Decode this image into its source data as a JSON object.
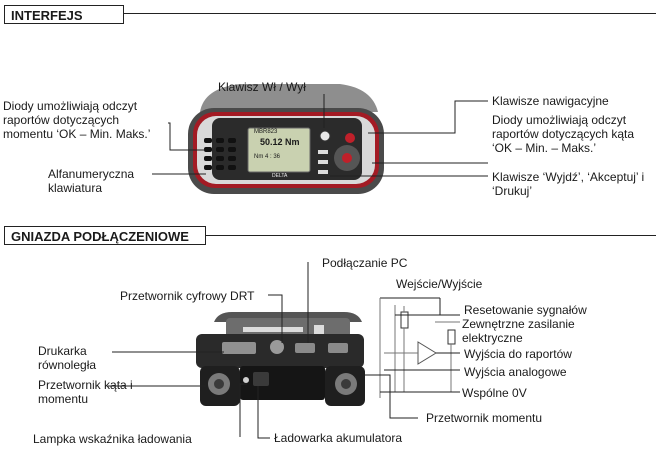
{
  "sections": {
    "interface_title": "INTERFEJS",
    "sockets_title": "GNIAZDA PODŁĄCZENIOWE"
  },
  "interface": {
    "power_key": "Klawisz Wł / Wył",
    "diodes_left": "Diody umożliwiają odczyt raportów dotyczących momentu ‘OK – Min. Maks.’",
    "alphanumeric_keyboard": "Alfanumeryczna klawiatura",
    "navigation_keys": "Klawisze nawigacyjne",
    "diodes_right": "Diody umożliwiają odczyt raportów dotyczących kąta ‘OK – Min. – Maks.’",
    "exit_accept_print_keys": "Klawisze ‘Wyjdź’, ‘Akceptuj’ i ‘Drukuj’"
  },
  "display": {
    "line1": "MBR823",
    "line2": "50.12 Nm",
    "line3": "Nm 4 : 36",
    "brand": "DELTA"
  },
  "sockets": {
    "pc_connection": "Podłączanie PC",
    "drt_converter": "Przetwornik cyfrowy DRT",
    "io": "Wejście/Wyjście",
    "reset_signals": "Resetowanie sygnałów",
    "external_power": "Zewnętrzne zasilanie elektryczne",
    "report_outputs": "Wyjścia do raportów",
    "analog_outputs": "Wyjścia analogowe",
    "common_0v": "Wspólne 0V",
    "parallel_printer": "Drukarka równoległa",
    "angle_torque_transducer": "Przetwornik kąta i momentu",
    "torque_transducer": "Przetwornik momentu",
    "charge_lamp": "Lampka wskaźnika ładowania",
    "battery_charger": "Ładowarka akumulatora"
  }
}
